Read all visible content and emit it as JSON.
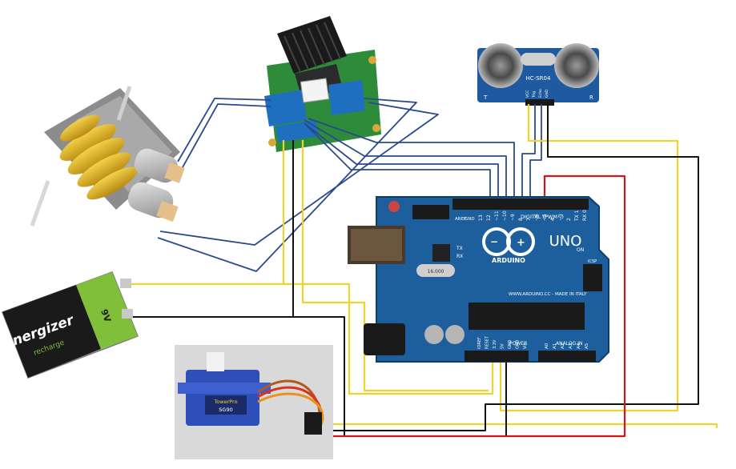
{
  "battery": {
    "brand": "Energizer",
    "sub": "recharge",
    "voltage": "9V"
  },
  "servo": {
    "brand": "TowerPro",
    "model": "SG90"
  },
  "sensor": {
    "model": "HC-SR04",
    "pins": [
      "VCC",
      "Trig",
      "Echo",
      "GND"
    ],
    "label_t": "T",
    "label_r": "R"
  },
  "arduino": {
    "brand": "ARDUINO",
    "model": "UNO",
    "digital_label": "DIGITAL (PWM~)",
    "aref": "AREF",
    "gnd": "GND",
    "tx": "TX",
    "rx": "RX",
    "on": "ON",
    "icsp": "ICSP",
    "website": "WWW.ARDUINO.CC - MADE IN ITALY",
    "power_label": "POWER",
    "analog_label": "ANALOG IN",
    "power_pins": [
      "IOREF",
      "RESET",
      "3.3V",
      "5V",
      "GND",
      "GND",
      "Vin"
    ],
    "analog_pins": [
      "A0",
      "A1",
      "A2",
      "A3",
      "A4",
      "A5"
    ],
    "digital_pins": [
      "13",
      "12",
      "~11",
      "~10",
      "~9",
      "8",
      "7",
      "~6",
      "~5",
      "4",
      "~3",
      "2",
      "TX 1",
      "RX 0"
    ],
    "crystal": "16.000"
  },
  "colors": {
    "blue": "#2a4a8c",
    "yellow": "#f2d22e",
    "black": "#111111",
    "red": "#d11818",
    "board": "#1d5f9c",
    "module": "#2e8b3a",
    "terminal": "#1f6fc0"
  }
}
